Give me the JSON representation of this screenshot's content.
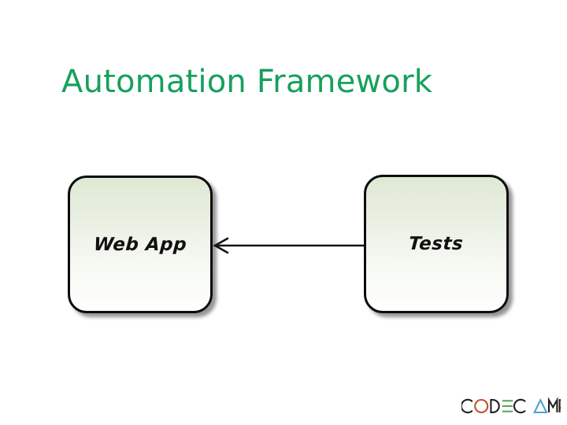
{
  "slide": {
    "background_color": "#ffffff",
    "title": "Automation Framework",
    "title_color": "#17a05c"
  },
  "diagram": {
    "type": "flow",
    "node_fill_top": "#dfe8d4",
    "node_fill_bottom": "#ffffff",
    "node_border_color": "#0d0d0d",
    "nodes": [
      {
        "id": "web-app",
        "label": "Web App"
      },
      {
        "id": "tests",
        "label": "Tests"
      }
    ],
    "connectors": [
      {
        "id": "tests-to-web-app",
        "from": "tests",
        "to": "web-app",
        "direction": "left",
        "arrowhead": "open-v",
        "color": "#141414",
        "label": ""
      }
    ]
  },
  "footer": {
    "logo": {
      "name": "codecamp-logo",
      "text": "CODECAMP",
      "letters": [
        {
          "glyph": "C",
          "color": "#231f20"
        },
        {
          "glyph": "O",
          "color": "#c1502e"
        },
        {
          "glyph": "D",
          "color": "#231f20"
        },
        {
          "glyph": "E",
          "color": "#5aa85a"
        },
        {
          "glyph": "C",
          "color": "#231f20"
        },
        {
          "glyph": "A",
          "color": "#4aa3d6"
        },
        {
          "glyph": "M",
          "color": "#231f20"
        },
        {
          "glyph": "P",
          "color": "#231f20"
        }
      ]
    }
  }
}
